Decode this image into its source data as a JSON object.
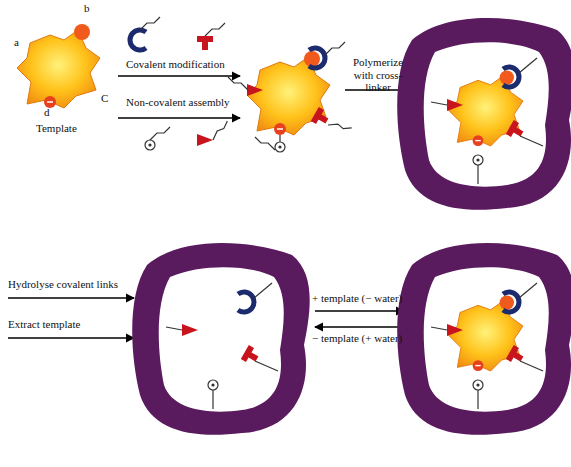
{
  "diagram": {
    "labels": [
      "a",
      "b",
      "C",
      "d",
      "Template",
      "Covalent modification",
      "Non-covalent assembly",
      "Polymerize with cross-linker",
      "Hydrolyse covalent links",
      "Extract template",
      "+ template (− water)",
      "− template (+ water)"
    ]
  }
}
